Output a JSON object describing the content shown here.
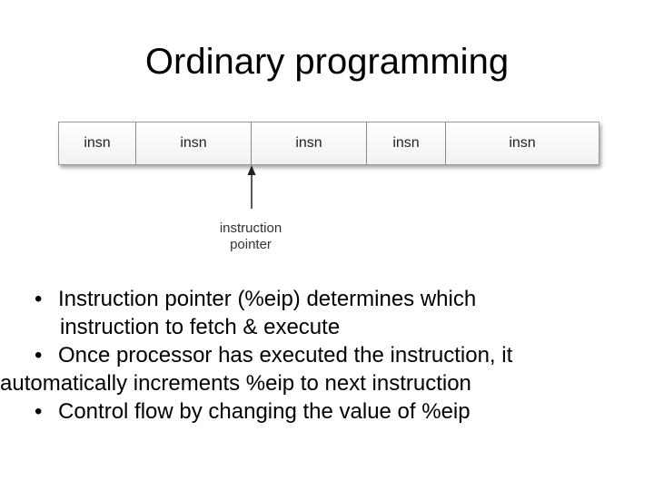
{
  "slide": {
    "title": "Ordinary programming"
  },
  "diagram": {
    "cells": [
      "insn",
      "insn",
      "insn",
      "insn",
      "insn"
    ],
    "pointer_label_line1": "instruction",
    "pointer_label_line2": "pointer"
  },
  "bullets": {
    "marker": "•",
    "b1_line1": "Instruction pointer (%eip) determines which",
    "b1_line2": "instruction to fetch & execute",
    "b2_line1": "Once processor has executed the instruction, it",
    "b2_line2": "automatically increments %eip to next instruction",
    "b3_line1": "Control flow by changing the value of %eip"
  }
}
